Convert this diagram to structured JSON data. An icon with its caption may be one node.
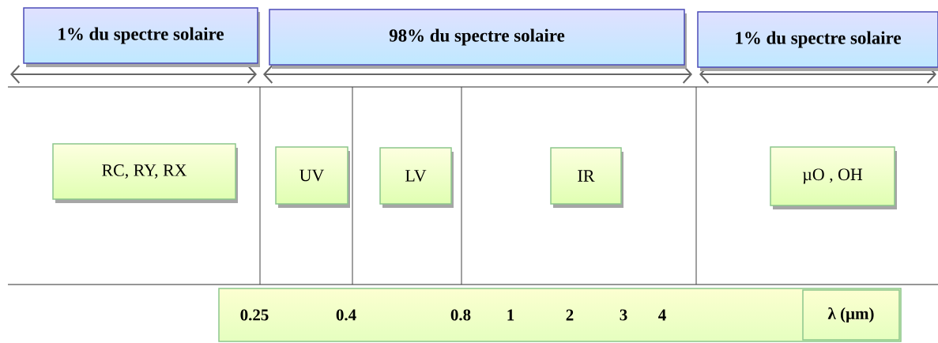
{
  "diagram": {
    "nodes": [
      {
        "text": [
          "1% du spectre solaire"
        ]
      },
      {
        "text": [
          "98% du spectre solaire"
        ]
      },
      {
        "text": [
          "1% du spectre solaire"
        ]
      },
      {
        "text": [
          "RC, RY, RX"
        ]
      },
      {
        "text": [
          "UV"
        ]
      },
      {
        "text": [
          "LV"
        ]
      },
      {
        "text": [
          "IR"
        ]
      },
      {
        "text": [
          "µO , OH"
        ]
      },
      {
        "text": [
          "0.25",
          "0.4",
          "0.8",
          "1",
          "2",
          "3",
          "4"
        ]
      },
      {
        "text": [
          "λ (µm)"
        ],
        "in": 8
      }
    ],
    "edges": []
  }
}
